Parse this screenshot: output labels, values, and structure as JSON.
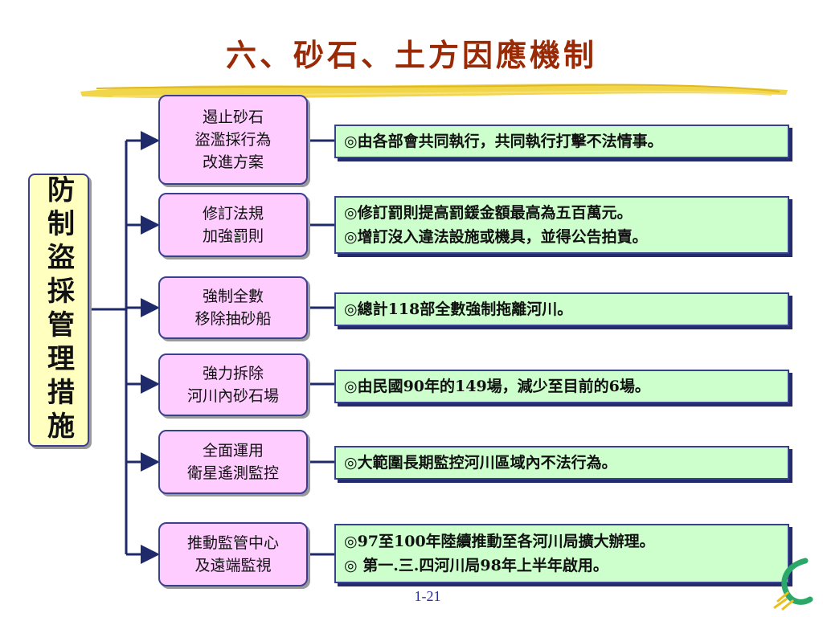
{
  "title": "六、砂石、土方因應機制",
  "root": {
    "label": "防制盜採管理措施"
  },
  "measures": [
    {
      "label": "遏止砂石\n盜濫採行為\n改進方案",
      "details": "◎由各部會共同執行，共同執行打擊不法情事。"
    },
    {
      "label": "修訂法規\n加強罰則",
      "details": "◎修訂罰則提高罰鍰金額最高為五百萬元。\n◎增訂沒入違法設施或機具，並得公告拍賣。"
    },
    {
      "label": "強制全數\n移除抽砂船",
      "details": "◎總計118部全數強制拖離河川。"
    },
    {
      "label": "強力拆除\n河川內砂石場",
      "details": "◎由民國90年的149場，減少至目前的6場。"
    },
    {
      "label": "全面運用\n衛星遙測監控",
      "details": "◎大範圍長期監控河川區域內不法行為。"
    },
    {
      "label": "推動監管中心\n及遠端監視",
      "details": "◎97至100年陸續推動至各河川局擴大辦理。\n◎ 第一.三.四河川局98年上半年啟用。"
    }
  ],
  "page_number": "1-21",
  "colors": {
    "title": "#9a2a06",
    "root_fill": "#ffffc0",
    "measure_fill": "#ffccff",
    "detail_fill": "#ccffcc",
    "connector": "#1f2a6b"
  }
}
